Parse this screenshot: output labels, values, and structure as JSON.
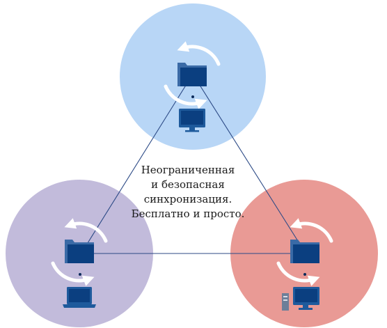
{
  "caption": {
    "lines": [
      "Неограниченная",
      "и безопасная",
      "синхронизация.",
      "Бесплатно и просто."
    ]
  },
  "colors": {
    "node_top": "#b8d6f6",
    "node_left": "#c2bbdb",
    "node_right": "#e99a95",
    "link": "#2c4a86",
    "folder": "#0b3f80",
    "folder_tab": "#3a6aa6",
    "device": "#1e5a9c",
    "sync_arrow": "#ffffff"
  },
  "icons": {
    "sync": "sync-arrows-icon",
    "folder": "folder-icon",
    "monitor": "monitor-icon",
    "laptop": "laptop-icon",
    "desktop": "desktop-pc-icon"
  }
}
